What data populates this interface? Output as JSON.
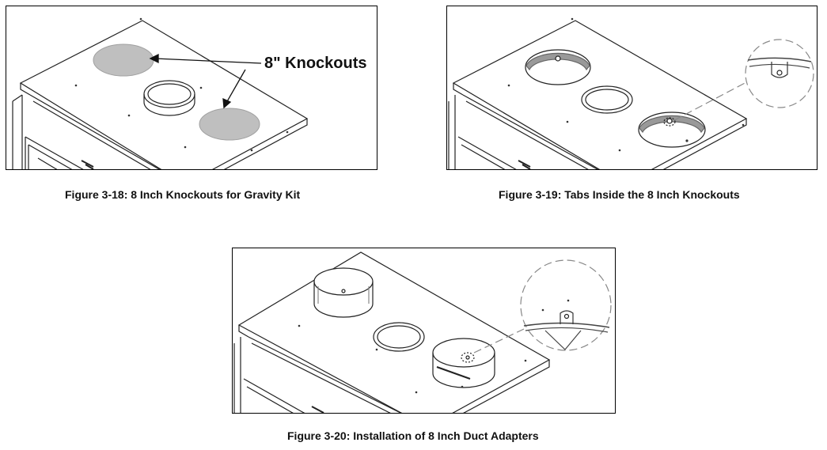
{
  "figures": [
    {
      "caption": "Figure 3-18: 8 Inch Knockouts for Gravity Kit",
      "callout": "8\" Knockouts"
    },
    {
      "caption": "Figure 3-19: Tabs Inside the 8 Inch Knockouts"
    },
    {
      "caption": "Figure 3-20: Installation of 8 Inch Duct Adapters"
    }
  ]
}
